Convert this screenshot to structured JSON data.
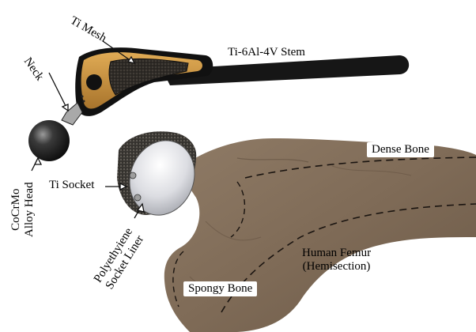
{
  "labels": {
    "ti_mesh": "Ti Mesh",
    "stem": "Ti-6Al-4V Stem",
    "neck": "Neck",
    "head_line1": "CoCrMo",
    "head_line2": "Alloy Head",
    "socket": "Ti Socket",
    "liner_line1": "Polyethyiene",
    "liner_line2": "Socket Liner",
    "dense_bone": "Dense Bone",
    "femur_line1": "Human Femur",
    "femur_line2": "(Hemisection)",
    "spongy_bone": "Spongy Bone"
  },
  "colors": {
    "stem_gold": "#c8923e",
    "stem_dark": "#141414",
    "mesh": "#2e2a26",
    "head": "#1f1f1f",
    "socket_mesh": "#3a3733",
    "liner": "#e6e7ea",
    "bone": "#8a7560",
    "bone_dark": "#6e5b48"
  }
}
